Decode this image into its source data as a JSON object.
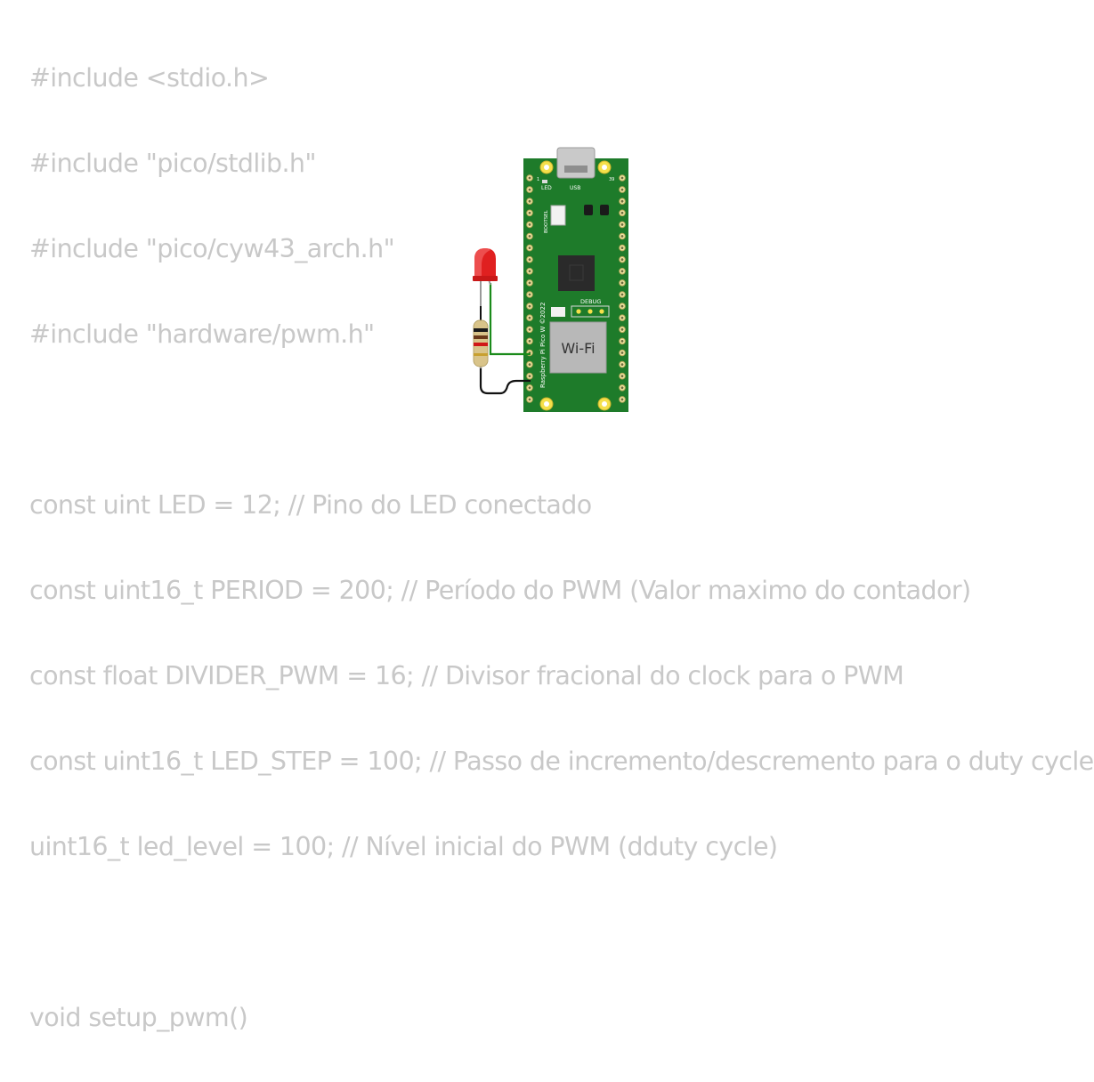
{
  "code": {
    "lines": [
      "#include <stdio.h>",
      "#include \"pico/stdlib.h\"",
      "#include \"pico/cyw43_arch.h\"",
      "#include \"hardware/pwm.h\"",
      "",
      "const uint LED = 12; // Pino do LED conectado",
      "const uint16_t PERIOD = 200; // Período do PWM (Valor maximo do contador)",
      "const float DIVIDER_PWM = 16; // Divisor fracional do clock para o PWM",
      "const uint16_t LED_STEP = 100; // Passo de incremento/descremento para o duty cycle",
      "uint16_t led_level = 100; // Nível inicial do PWM (dduty cycle)",
      "",
      "void setup_pwm()"
    ]
  },
  "board": {
    "label_led": "LED",
    "label_usb": "USB",
    "label_bootsel": "BOOTSEL",
    "label_debug": "DEBUG",
    "label_wifi": "Wi-Fi",
    "label_model": "Raspberry Pi Pico W ©2022",
    "pin_1": "1",
    "pin_39": "39",
    "pcb_color": "#1e7b2a",
    "wire_signal_color": "#1a8a1a",
    "wire_ground_color": "#111111"
  }
}
